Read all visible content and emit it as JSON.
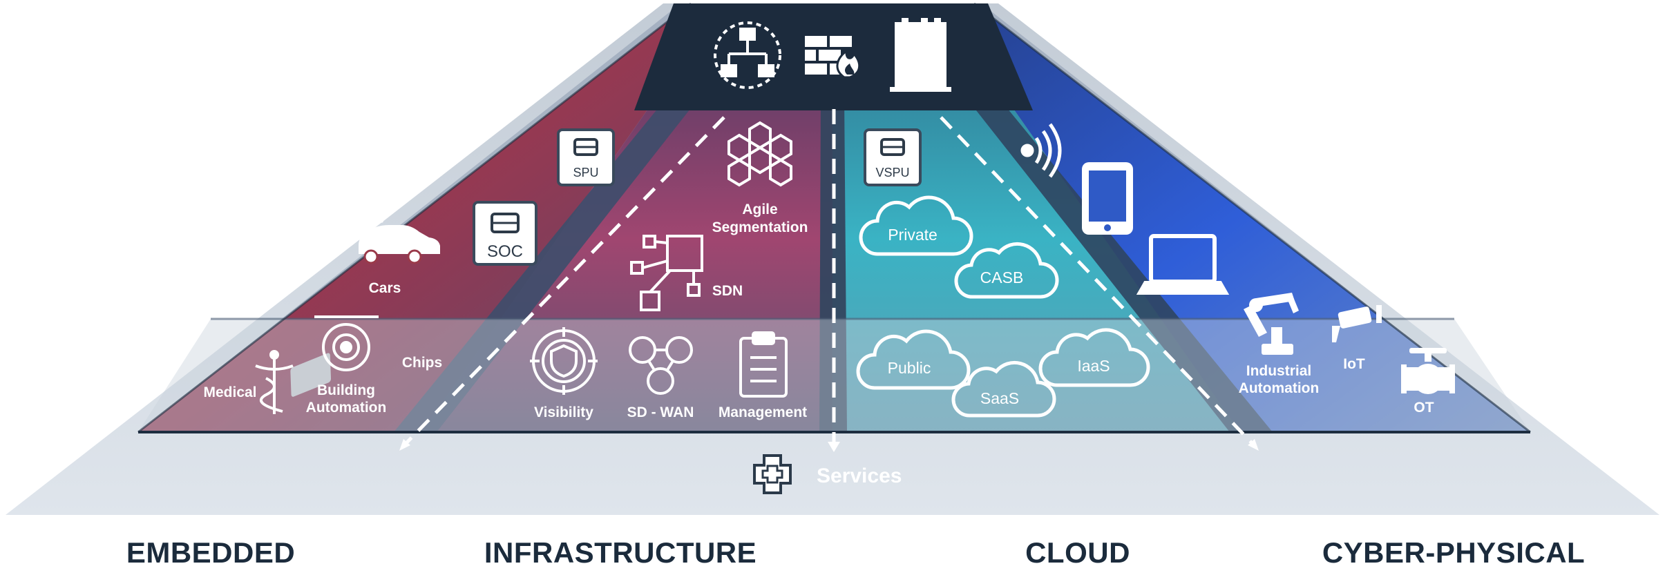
{
  "categories": {
    "embedded": "EMBEDDED",
    "infrastructure": "INFRASTRUCTURE",
    "cloud": "CLOUD",
    "cyber_physical": "CYBER-PHYSICAL"
  },
  "services_label": "Services",
  "chips": {
    "spu": "SPU",
    "soc": "SOC",
    "vspu": "VSPU"
  },
  "embedded_items": {
    "cars": "Cars",
    "chips": "Chips",
    "medical": "Medical",
    "building_line1": "Building",
    "building_line2": "Automation"
  },
  "infrastructure_items": {
    "agile_line1": "Agile",
    "agile_line2": "Segmentation",
    "sdn": "SDN",
    "visibility": "Visibility",
    "sdwan": "SD - WAN",
    "management": "Management"
  },
  "cloud_items": {
    "private": "Private",
    "casb": "CASB",
    "public": "Public",
    "saas": "SaaS",
    "iaas": "IaaS"
  },
  "cyber_items": {
    "industrial_line1": "Industrial",
    "industrial_line2": "Automation",
    "iot": "IoT",
    "ot": "OT"
  },
  "colors": {
    "embedded": "#a83545",
    "infrastructure": "#6a3a60",
    "cloud": "#2fa0b5",
    "cyber_physical": "#2a5fd0",
    "apex": "#1c2b3d",
    "base": "#d4dde6"
  }
}
